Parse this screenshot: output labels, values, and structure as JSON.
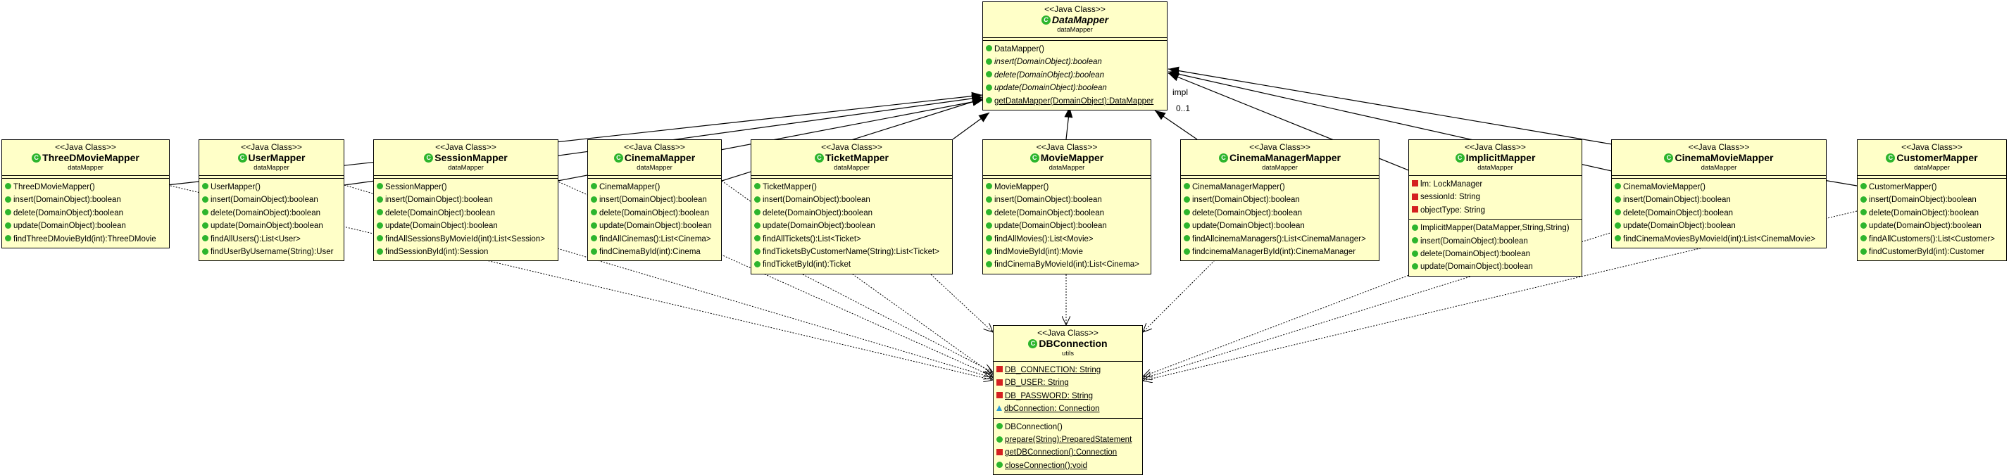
{
  "stereotype": "<<Java Class>>",
  "class_icon_glyph": "C",
  "icon_colors": {
    "public": "#2db52d",
    "private": "#d42020",
    "package": "#2d9bd4"
  },
  "box_fill": "#ffffc8",
  "relations": {
    "impl_label": "impl",
    "multiplicity": "0..1"
  },
  "classes": {
    "DataMapper": {
      "name": "DataMapper",
      "package": "dataMapper",
      "methods": [
        {
          "t": "DataMapper()",
          "v": "public",
          "it": false,
          "u": false
        },
        {
          "t": "insert(DomainObject):boolean",
          "v": "public",
          "it": true,
          "u": false
        },
        {
          "t": "delete(DomainObject):boolean",
          "v": "public",
          "it": true,
          "u": false
        },
        {
          "t": "update(DomainObject):boolean",
          "v": "public",
          "it": true,
          "u": false
        },
        {
          "t": "getDataMapper(DomainObject):DataMapper",
          "v": "public",
          "it": false,
          "u": true
        }
      ]
    },
    "ThreeDMovieMapper": {
      "name": "ThreeDMovieMapper",
      "package": "dataMapper",
      "methods": [
        {
          "t": "ThreeDMovieMapper()",
          "v": "public"
        },
        {
          "t": "insert(DomainObject):boolean",
          "v": "public"
        },
        {
          "t": "delete(DomainObject):boolean",
          "v": "public"
        },
        {
          "t": "update(DomainObject):boolean",
          "v": "public"
        },
        {
          "t": "findThreeDMovieById(int):ThreeDMovie",
          "v": "public"
        }
      ]
    },
    "UserMapper": {
      "name": "UserMapper",
      "package": "dataMapper",
      "methods": [
        {
          "t": "UserMapper()",
          "v": "public"
        },
        {
          "t": "insert(DomainObject):boolean",
          "v": "public"
        },
        {
          "t": "delete(DomainObject):boolean",
          "v": "public"
        },
        {
          "t": "update(DomainObject):boolean",
          "v": "public"
        },
        {
          "t": "findAllUsers():List<User>",
          "v": "public"
        },
        {
          "t": "findUserByUsername(String):User",
          "v": "public"
        }
      ]
    },
    "SessionMapper": {
      "name": "SessionMapper",
      "package": "dataMapper",
      "methods": [
        {
          "t": "SessionMapper()",
          "v": "public"
        },
        {
          "t": "insert(DomainObject):boolean",
          "v": "public"
        },
        {
          "t": "delete(DomainObject):boolean",
          "v": "public"
        },
        {
          "t": "update(DomainObject):boolean",
          "v": "public"
        },
        {
          "t": "findAllSessionsByMovieId(int):List<Session>",
          "v": "public"
        },
        {
          "t": "findSessionById(int):Session",
          "v": "public"
        }
      ]
    },
    "CinemaMapper": {
      "name": "CinemaMapper",
      "package": "dataMapper",
      "methods": [
        {
          "t": "CinemaMapper()",
          "v": "public"
        },
        {
          "t": "insert(DomainObject):boolean",
          "v": "public"
        },
        {
          "t": "delete(DomainObject):boolean",
          "v": "public"
        },
        {
          "t": "update(DomainObject):boolean",
          "v": "public"
        },
        {
          "t": "findAllCinemas():List<Cinema>",
          "v": "public"
        },
        {
          "t": "findCinemaById(int):Cinema",
          "v": "public"
        }
      ]
    },
    "TicketMapper": {
      "name": "TicketMapper",
      "package": "dataMapper",
      "methods": [
        {
          "t": "TicketMapper()",
          "v": "public"
        },
        {
          "t": "insert(DomainObject):boolean",
          "v": "public"
        },
        {
          "t": "delete(DomainObject):boolean",
          "v": "public"
        },
        {
          "t": "update(DomainObject):boolean",
          "v": "public"
        },
        {
          "t": "findAllTickets():List<Ticket>",
          "v": "public"
        },
        {
          "t": "findTicketsByCustomerName(String):List<Ticket>",
          "v": "public"
        },
        {
          "t": "findTicketById(int):Ticket",
          "v": "public"
        }
      ]
    },
    "MovieMapper": {
      "name": "MovieMapper",
      "package": "dataMapper",
      "methods": [
        {
          "t": "MovieMapper()",
          "v": "public"
        },
        {
          "t": "insert(DomainObject):boolean",
          "v": "public"
        },
        {
          "t": "delete(DomainObject):boolean",
          "v": "public"
        },
        {
          "t": "update(DomainObject):boolean",
          "v": "public"
        },
        {
          "t": "findAllMovies():List<Movie>",
          "v": "public"
        },
        {
          "t": "findMovieById(int):Movie",
          "v": "public"
        },
        {
          "t": "findCinemaByMovieId(int):List<Cinema>",
          "v": "public"
        }
      ]
    },
    "CinemaManagerMapper": {
      "name": "CinemaManagerMapper",
      "package": "dataMapper",
      "methods": [
        {
          "t": "CinemaManagerMapper()",
          "v": "public"
        },
        {
          "t": "insert(DomainObject):boolean",
          "v": "public"
        },
        {
          "t": "delete(DomainObject):boolean",
          "v": "public"
        },
        {
          "t": "update(DomainObject):boolean",
          "v": "public"
        },
        {
          "t": "findAllcinemaManagers():List<CinemaManager>",
          "v": "public"
        },
        {
          "t": "findcinemaManagerById(int):CinemaManager",
          "v": "public"
        }
      ]
    },
    "ImplicitMapper": {
      "name": "ImplicitMapper",
      "package": "dataMapper",
      "fields": [
        {
          "t": "lm: LockManager",
          "v": "private"
        },
        {
          "t": "sessionId: String",
          "v": "private"
        },
        {
          "t": "objectType: String",
          "v": "private"
        }
      ],
      "methods": [
        {
          "t": "ImplicitMapper(DataMapper,String,String)",
          "v": "public"
        },
        {
          "t": "insert(DomainObject):boolean",
          "v": "public"
        },
        {
          "t": "delete(DomainObject):boolean",
          "v": "public"
        },
        {
          "t": "update(DomainObject):boolean",
          "v": "public"
        }
      ]
    },
    "CinemaMovieMapper": {
      "name": "CinemaMovieMapper",
      "package": "dataMapper",
      "methods": [
        {
          "t": "CinemaMovieMapper()",
          "v": "public"
        },
        {
          "t": "insert(DomainObject):boolean",
          "v": "public"
        },
        {
          "t": "delete(DomainObject):boolean",
          "v": "public"
        },
        {
          "t": "update(DomainObject):boolean",
          "v": "public"
        },
        {
          "t": "findCinemaMoviesByMovieId(int):List<CinemaMovie>",
          "v": "public"
        }
      ]
    },
    "CustomerMapper": {
      "name": "CustomerMapper",
      "package": "dataMapper",
      "methods": [
        {
          "t": "CustomerMapper()",
          "v": "public"
        },
        {
          "t": "insert(DomainObject):boolean",
          "v": "public"
        },
        {
          "t": "delete(DomainObject):boolean",
          "v": "public"
        },
        {
          "t": "update(DomainObject):boolean",
          "v": "public"
        },
        {
          "t": "findAllCustomers():List<Customer>",
          "v": "public"
        },
        {
          "t": "findCustomerById(int):Customer",
          "v": "public"
        }
      ]
    },
    "DBConnection": {
      "name": "DBConnection",
      "package": "utils",
      "fields": [
        {
          "t": "DB_CONNECTION: String",
          "v": "private",
          "u": true
        },
        {
          "t": "DB_USER: String",
          "v": "private",
          "u": true
        },
        {
          "t": "DB_PASSWORD: String",
          "v": "private",
          "u": true
        },
        {
          "t": "dbConnection: Connection",
          "v": "package",
          "u": true
        }
      ],
      "methods": [
        {
          "t": "DBConnection()",
          "v": "public"
        },
        {
          "t": "prepare(String):PreparedStatement",
          "v": "public",
          "u": true
        },
        {
          "t": "getDBConnection():Connection",
          "v": "private",
          "u": true
        },
        {
          "t": "closeConnection():void",
          "v": "public",
          "u": true
        }
      ]
    }
  }
}
